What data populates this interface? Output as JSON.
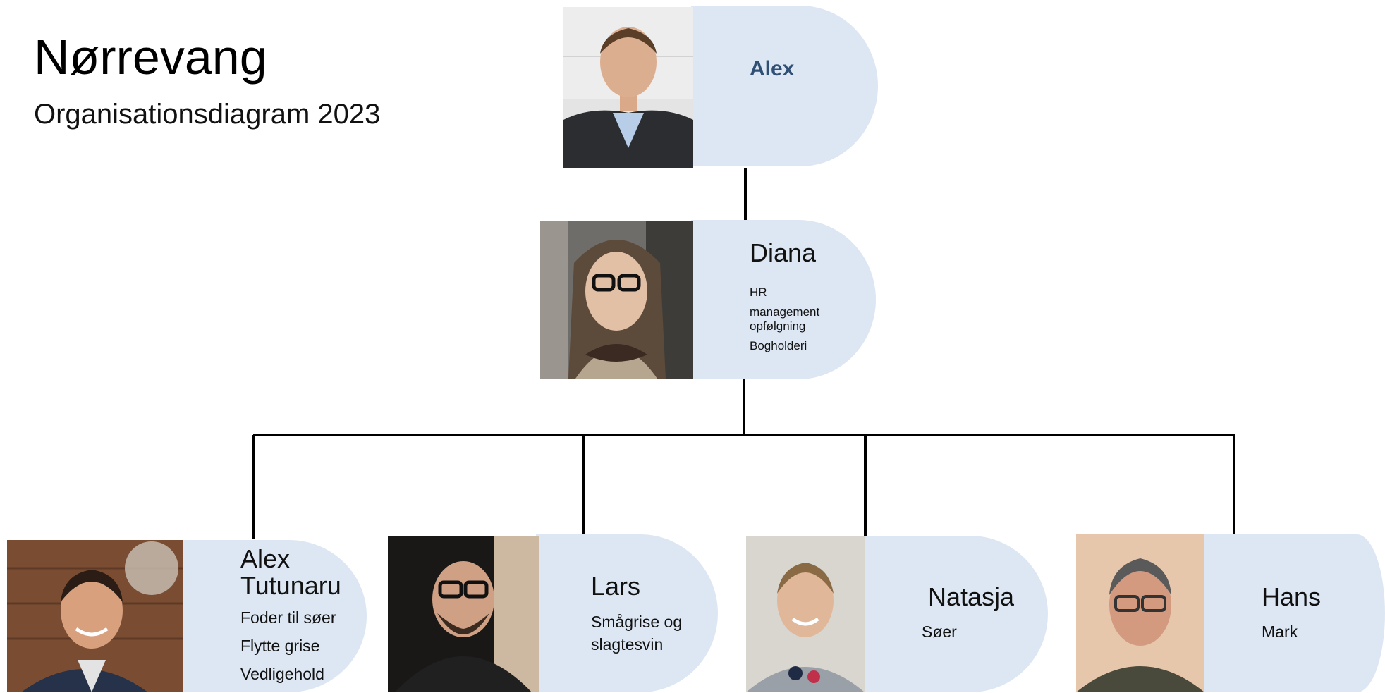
{
  "header": {
    "title": "Nørrevang",
    "subtitle": "Organisationsdiagram 2023"
  },
  "colors": {
    "tab_fill": "#dde7f3",
    "accent_name": "#2f4f74",
    "connector": "#000000"
  },
  "people": [
    {
      "name": "Alex",
      "roles": []
    },
    {
      "name": "Diana",
      "roles": [
        "HR",
        "management",
        "opfølgning",
        "Bogholderi"
      ]
    },
    {
      "name": "Alex Tutunaru",
      "name_lines": [
        "Alex",
        "Tutunaru"
      ],
      "roles": [
        "Foder til søer",
        "Flytte grise",
        "Vedligehold"
      ]
    },
    {
      "name": "Lars",
      "roles": [
        "Smågrise og slagtesvin"
      ],
      "role_lines": [
        "Smågrise og",
        "slagtesvin"
      ]
    },
    {
      "name": "Natasja",
      "roles": [
        "Søer"
      ]
    },
    {
      "name": "Hans",
      "roles": [
        "Mark"
      ]
    }
  ]
}
